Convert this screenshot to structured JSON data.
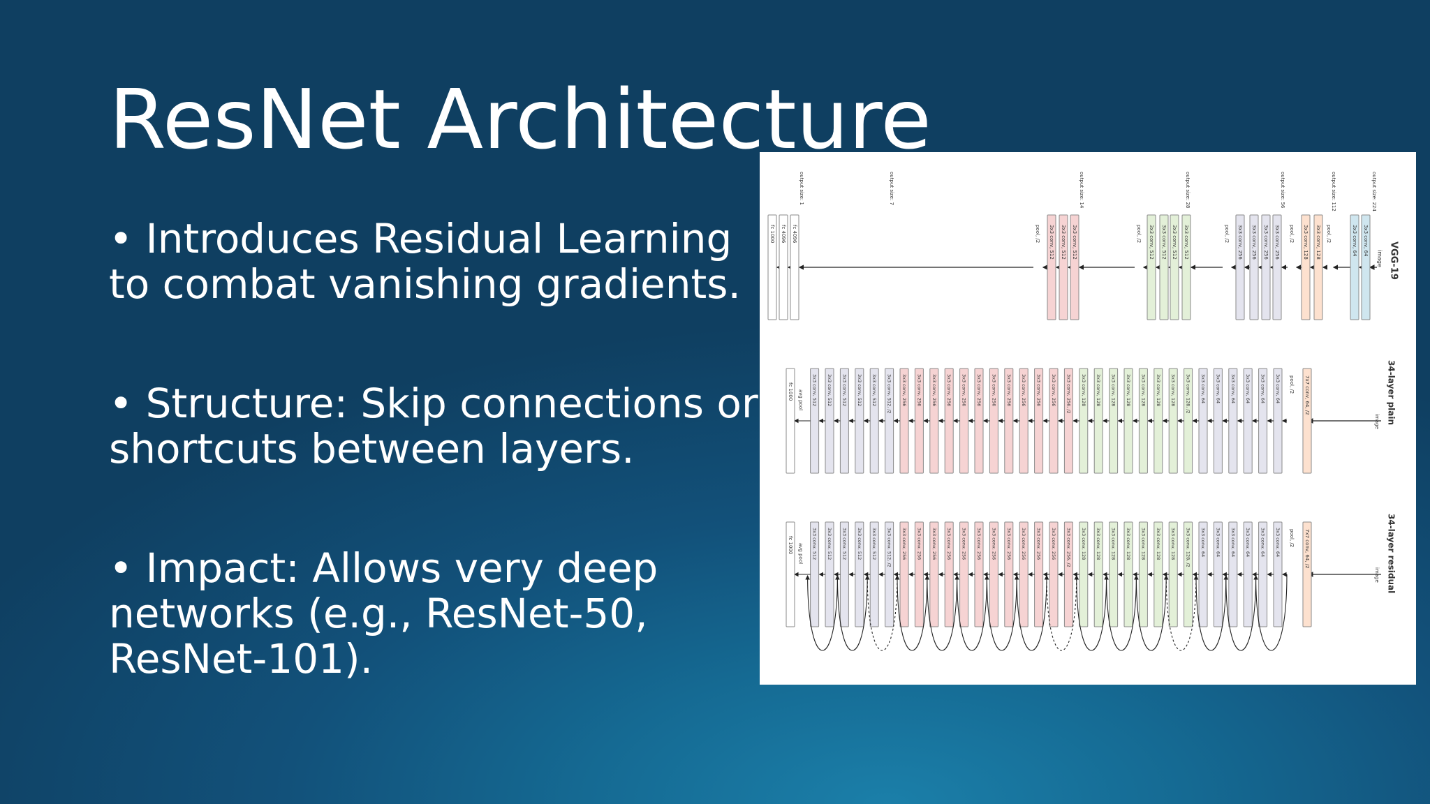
{
  "slide": {
    "title": "ResNet Architecture",
    "bullets": [
      "• Introduces Residual Learning to combat vanishing gradients.",
      "• Structure: Skip connections or shortcuts between layers.",
      "• Impact: Allows very deep networks (e.g., ResNet-50, ResNet-101)."
    ]
  },
  "figure": {
    "colors": {
      "image_blue": "#cfe6ef",
      "orange": "#fde1cf",
      "gray": "#e4e4ee",
      "green": "#e3f0d8",
      "pink": "#f6d3d3",
      "white": "#ffffff",
      "stroke": "#8a8a8a"
    },
    "vgg": {
      "name": "VGG-19",
      "image_label": "image",
      "output_labels": [
        "output size: 224",
        "output size: 112",
        "output size: 56",
        "output size: 28",
        "output size: 14",
        "output size: 7",
        "output size: 1"
      ],
      "blocks": [
        {
          "label": "3x3 conv, 64",
          "color": "image_blue"
        },
        {
          "label": "3x3 conv, 64",
          "color": "image_blue"
        },
        {
          "label": "pool, /2",
          "color": "none"
        },
        {
          "label": "3x3 conv, 128",
          "color": "orange"
        },
        {
          "label": "3x3 conv, 128",
          "color": "orange"
        },
        {
          "label": "pool, /2",
          "color": "none"
        },
        {
          "label": "3x3 conv, 256",
          "color": "gray"
        },
        {
          "label": "3x3 conv, 256",
          "color": "gray"
        },
        {
          "label": "3x3 conv, 256",
          "color": "gray"
        },
        {
          "label": "3x3 conv, 256",
          "color": "gray"
        },
        {
          "label": "pool, /2",
          "color": "none"
        },
        {
          "label": "3x3 conv, 512",
          "color": "green"
        },
        {
          "label": "3x3 conv, 512",
          "color": "green"
        },
        {
          "label": "3x3 conv, 512",
          "color": "green"
        },
        {
          "label": "3x3 conv, 512",
          "color": "green"
        },
        {
          "label": "pool, /2",
          "color": "none"
        },
        {
          "label": "3x3 conv, 512",
          "color": "pink"
        },
        {
          "label": "3x3 conv, 512",
          "color": "pink"
        },
        {
          "label": "3x3 conv, 512",
          "color": "pink"
        },
        {
          "label": "3x3 conv, 512",
          "color": "pink"
        },
        {
          "label": "pool, /2",
          "color": "none"
        },
        {
          "label": "fc 4096",
          "color": "white"
        },
        {
          "label": "fc 4096",
          "color": "white"
        },
        {
          "label": "fc 1000",
          "color": "white"
        }
      ]
    },
    "plain": {
      "name": "34-layer plain",
      "image_label": "image",
      "head": [
        {
          "label": "7x7 conv, 64, /2",
          "color": "orange"
        },
        {
          "label": "pool, /2",
          "color": "none"
        }
      ],
      "layers": [
        {
          "label": "3x3 conv, 64",
          "color": "gray"
        },
        {
          "label": "3x3 conv, 64",
          "color": "gray"
        },
        {
          "label": "3x3 conv, 64",
          "color": "gray"
        },
        {
          "label": "3x3 conv, 64",
          "color": "gray"
        },
        {
          "label": "3x3 conv, 64",
          "color": "gray"
        },
        {
          "label": "3x3 conv, 64",
          "color": "gray"
        },
        {
          "label": "3x3 conv, 128, /2",
          "color": "green"
        },
        {
          "label": "3x3 conv, 128",
          "color": "green"
        },
        {
          "label": "3x3 conv, 128",
          "color": "green"
        },
        {
          "label": "3x3 conv, 128",
          "color": "green"
        },
        {
          "label": "3x3 conv, 128",
          "color": "green"
        },
        {
          "label": "3x3 conv, 128",
          "color": "green"
        },
        {
          "label": "3x3 conv, 128",
          "color": "green"
        },
        {
          "label": "3x3 conv, 128",
          "color": "green"
        },
        {
          "label": "3x3 conv, 256, /2",
          "color": "pink"
        },
        {
          "label": "3x3 conv, 256",
          "color": "pink"
        },
        {
          "label": "3x3 conv, 256",
          "color": "pink"
        },
        {
          "label": "3x3 conv, 256",
          "color": "pink"
        },
        {
          "label": "3x3 conv, 256",
          "color": "pink"
        },
        {
          "label": "3x3 conv, 256",
          "color": "pink"
        },
        {
          "label": "3x3 conv, 256",
          "color": "pink"
        },
        {
          "label": "3x3 conv, 256",
          "color": "pink"
        },
        {
          "label": "3x3 conv, 256",
          "color": "pink"
        },
        {
          "label": "3x3 conv, 256",
          "color": "pink"
        },
        {
          "label": "3x3 conv, 256",
          "color": "pink"
        },
        {
          "label": "3x3 conv, 256",
          "color": "pink"
        },
        {
          "label": "3x3 conv, 512, /2",
          "color": "gray"
        },
        {
          "label": "3x3 conv, 512",
          "color": "gray"
        },
        {
          "label": "3x3 conv, 512",
          "color": "gray"
        },
        {
          "label": "3x3 conv, 512",
          "color": "gray"
        },
        {
          "label": "3x3 conv, 512",
          "color": "gray"
        },
        {
          "label": "3x3 conv, 512",
          "color": "gray"
        }
      ],
      "tail": [
        {
          "label": "avg pool",
          "color": "none"
        },
        {
          "label": "fc 1000",
          "color": "white"
        }
      ]
    },
    "residual": {
      "name": "34-layer residual",
      "image_label": "image"
    }
  }
}
